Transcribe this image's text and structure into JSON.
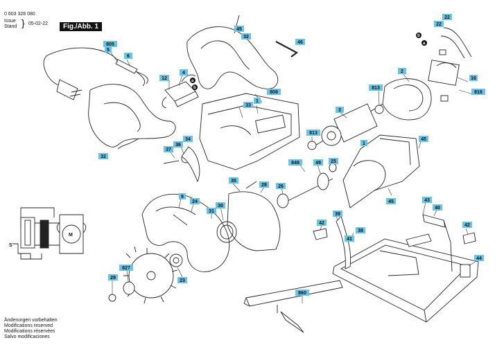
{
  "header": {
    "part_number": "0 603 328 080",
    "issue_label": "Issue",
    "stand_label": "Stand",
    "date": "05-02-22",
    "fig_label": "Fig./Abb. 1"
  },
  "notes": [
    "Änderungen vorbehalten",
    "Modifications reserved",
    "Modifications réservées",
    "Salvo modificaciones"
  ],
  "part_labels": {
    "p22a": "22",
    "p22b": "22",
    "p45a": "45",
    "p32a": "32",
    "p46": "46",
    "p805": "805",
    "p5": "5",
    "p6": "6",
    "p12": "12",
    "p4": "4",
    "p808": "808",
    "p33": "33",
    "p1a": "1",
    "p2": "2",
    "p813a": "813",
    "p3": "3",
    "p813b": "813",
    "p16": "16",
    "p816": "816",
    "p32b": "32",
    "p37": "37",
    "p36": "36",
    "p34": "34",
    "p848": "848",
    "p49": "49",
    "p25": "25",
    "p26": "26",
    "p1b": "1",
    "p45b": "45",
    "p45c": "45",
    "p9": "9",
    "p24": "24",
    "p35": "35",
    "p28": "28",
    "p31": "31",
    "p30": "30",
    "p43": "43",
    "p40": "40",
    "p42a": "42",
    "p39": "39",
    "p38": "38",
    "p41": "41",
    "p42b": "42",
    "p44": "44",
    "p827": "827",
    "p29": "29",
    "p23": "23",
    "p860": "860"
  },
  "wire_markers": {
    "a1": "a",
    "b1": "b",
    "a2": "a",
    "b2": "b"
  },
  "schematic": {
    "motor_letter": "M",
    "switch_letter": "S"
  }
}
